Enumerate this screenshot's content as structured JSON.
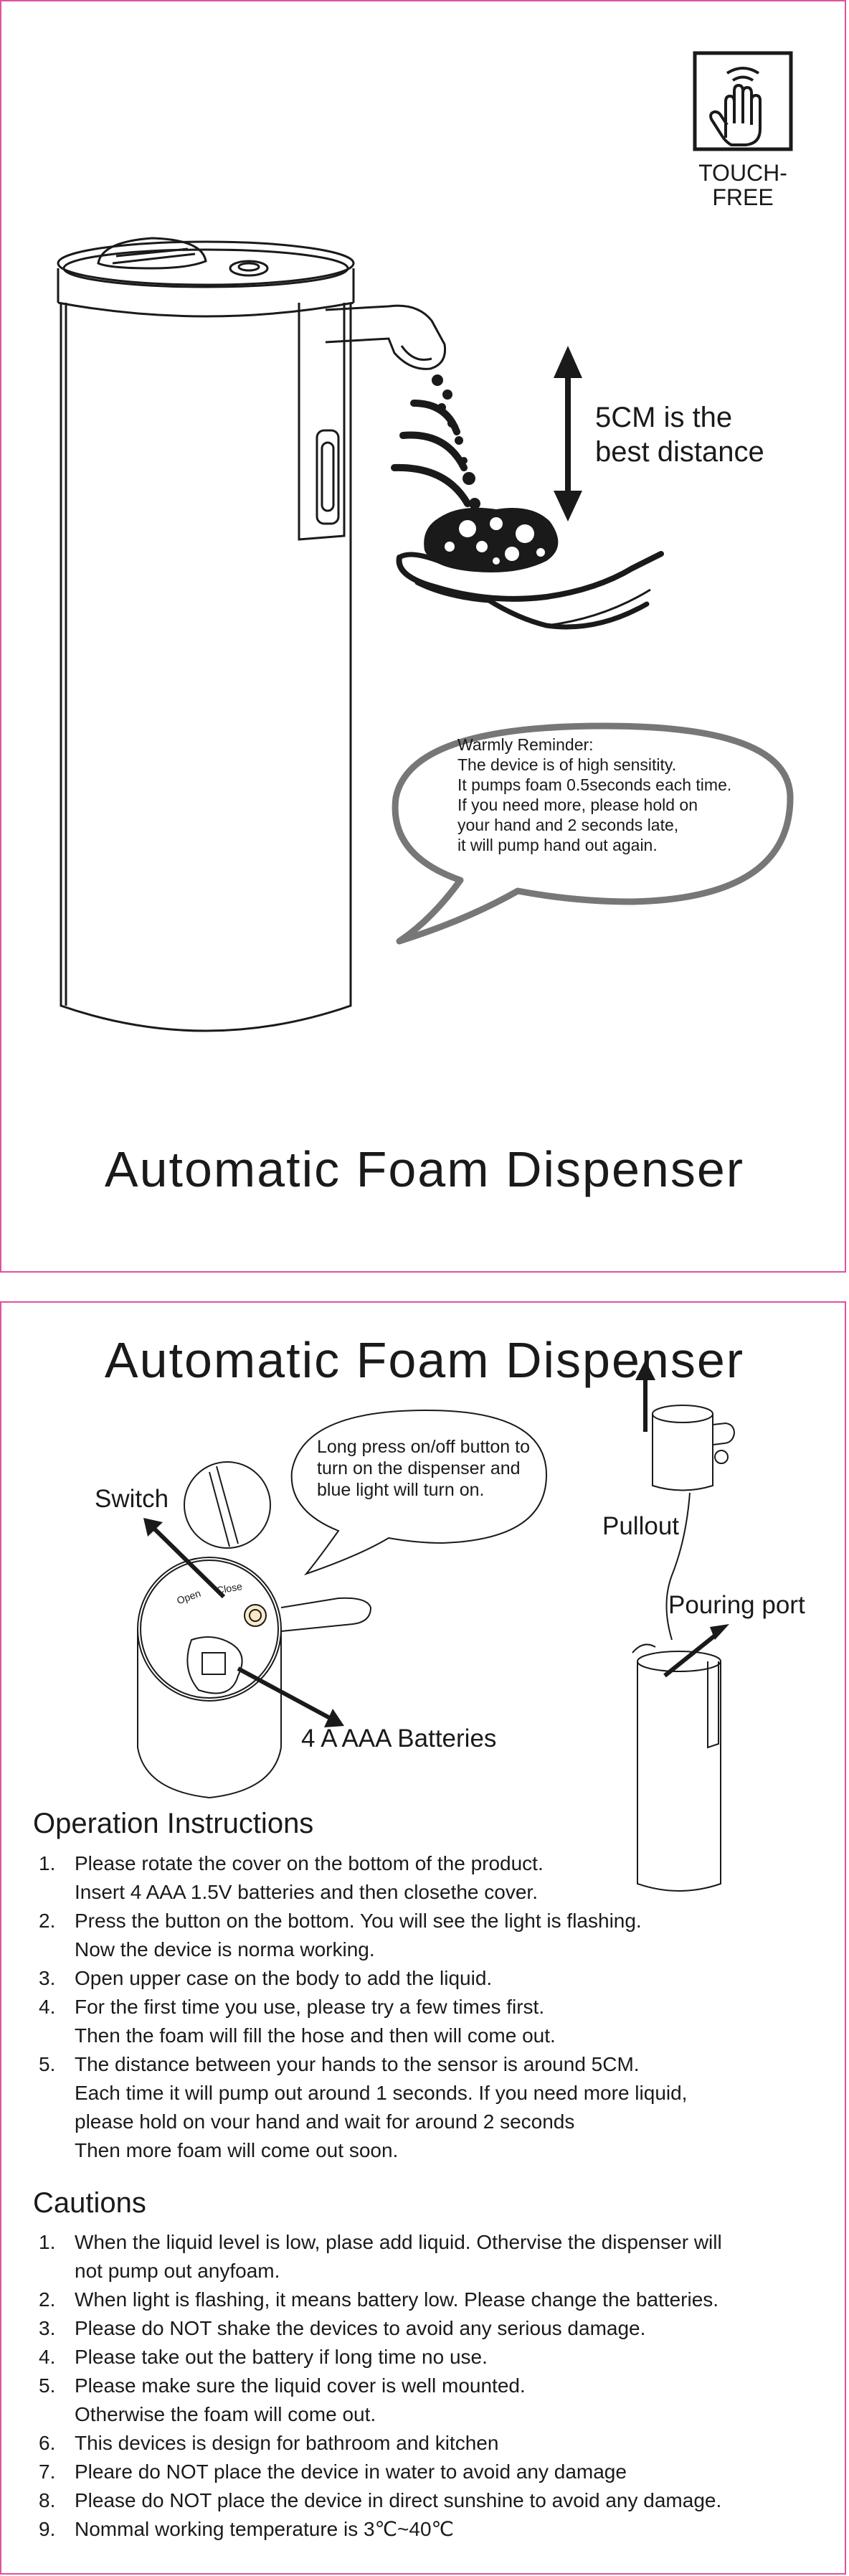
{
  "page1": {
    "badge": {
      "icon": "touch-free-hand-icon",
      "line1": "TOUCH-",
      "line2": "FREE"
    },
    "distance": {
      "line1": "5CM is the",
      "line2": "best distance"
    },
    "reminder": {
      "lines": [
        "Warmly Reminder:",
        "The device is of high sensitity.",
        "It pumps foam 0.5seconds each time.",
        "If you need more, please hold on",
        "your hand and 2 seconds late,",
        "it will pump hand out again."
      ]
    },
    "title": "Automatic Foam Dispenser"
  },
  "page2": {
    "title": "Automatic Foam Dispenser",
    "callout": {
      "lines": [
        "Long press on/off button to",
        "turn on the dispenser and",
        "blue light will turn on."
      ]
    },
    "labels": {
      "switch": "Switch",
      "batteries": "4 A AAA Batteries",
      "pullout": "Pullout",
      "pouring_port": "Pouring port",
      "cover_open": "Open",
      "cover_close": "Close"
    },
    "operation": {
      "heading": "Operation Instructions",
      "items": [
        {
          "num": "1.",
          "lines": [
            "Please rotate the cover on the bottom of the product.",
            "Insert 4 AAA 1.5V batteries and then closethe cover."
          ]
        },
        {
          "num": "2.",
          "lines": [
            "Press the button on the bottom. You will see the light is flashing.",
            "Now the device is norma working."
          ]
        },
        {
          "num": "3.",
          "lines": [
            "Open upper case on the body to add the liquid."
          ]
        },
        {
          "num": "4.",
          "lines": [
            "For the first time you use, please try a few times first.",
            "Then the foam will fill the hose and then will come out."
          ]
        },
        {
          "num": "5.",
          "lines": [
            "The distance between your hands to the sensor is around 5CM.",
            "Each time it will pump out around 1 seconds. If you need more liquid,",
            "please hold on vour hand and wait for around 2 seconds",
            "Then more foam will come out soon."
          ]
        }
      ]
    },
    "cautions": {
      "heading": "Cautions",
      "items": [
        {
          "num": "1.",
          "lines": [
            "When the liquid level is low, plase add liquid. Othervise the dispenser will",
            "not pump out anyfoam."
          ]
        },
        {
          "num": "2.",
          "lines": [
            "When light is flashing, it means battery low. Please change the batteries."
          ]
        },
        {
          "num": "3.",
          "lines": [
            "Please do NOT shake the devices to avoid any serious damage."
          ]
        },
        {
          "num": "4.",
          "lines": [
            "Please take out the battery if long time no use."
          ]
        },
        {
          "num": "5.",
          "lines": [
            "Please make sure the liquid cover is well mounted.",
            "Otherwise the foam will come out."
          ]
        },
        {
          "num": "6.",
          "lines": [
            "This devices is design for bathroom and kitchen"
          ]
        },
        {
          "num": "7.",
          "lines": [
            "Pleare do NOT place the device in water to avoid any damage"
          ]
        },
        {
          "num": "8.",
          "lines": [
            "Please do NOT place the device in direct sunshine to avoid any damage."
          ]
        },
        {
          "num": "9.",
          "lines": [
            "Nommal working temperature is 3℃~40℃"
          ]
        }
      ]
    }
  }
}
